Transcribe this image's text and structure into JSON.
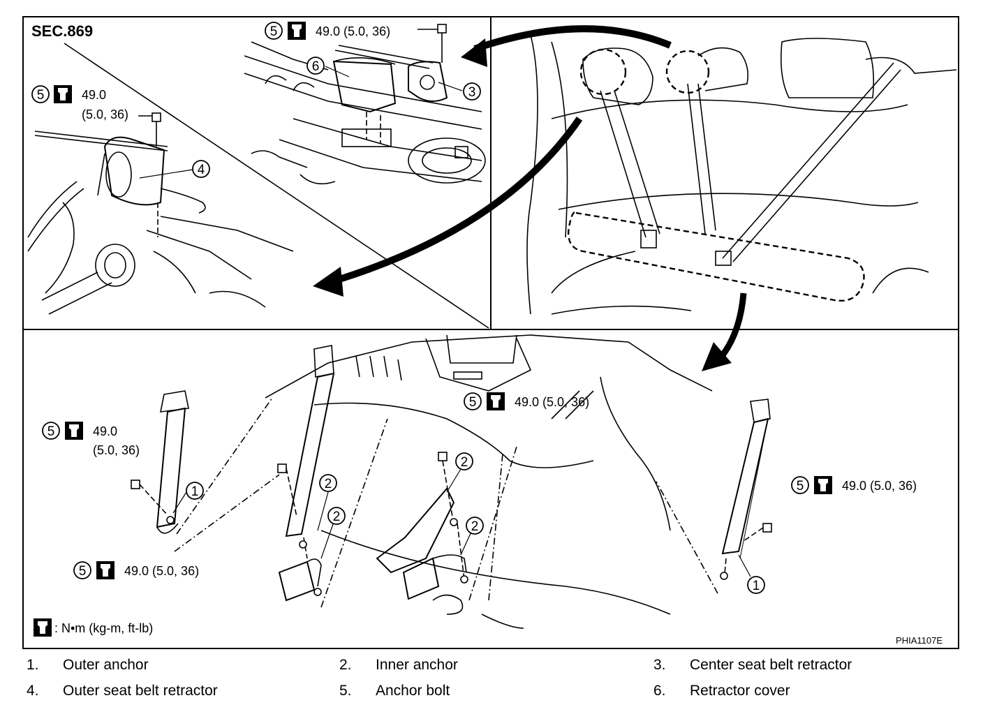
{
  "figure": {
    "section": "SEC.869",
    "code": "PHIA1107E",
    "unit_legend": ": N•m (kg-m, ft-lb)",
    "callouts": {
      "c1": "1",
      "c2": "2",
      "c3": "3",
      "c4": "4",
      "c5": "5",
      "c6": "6"
    },
    "torque_single": "49.0",
    "torque_paren": "(5.0, 36)",
    "torque_full": "49.0 (5.0, 36)"
  },
  "legend": [
    {
      "num": "1.",
      "text": "Outer anchor"
    },
    {
      "num": "2.",
      "text": "Inner anchor"
    },
    {
      "num": "3.",
      "text": "Center seat belt retractor"
    },
    {
      "num": "4.",
      "text": "Outer seat belt retractor"
    },
    {
      "num": "5.",
      "text": "Anchor bolt"
    },
    {
      "num": "6.",
      "text": "Retractor cover"
    }
  ],
  "icons": [
    "torque-wrench-icon"
  ]
}
